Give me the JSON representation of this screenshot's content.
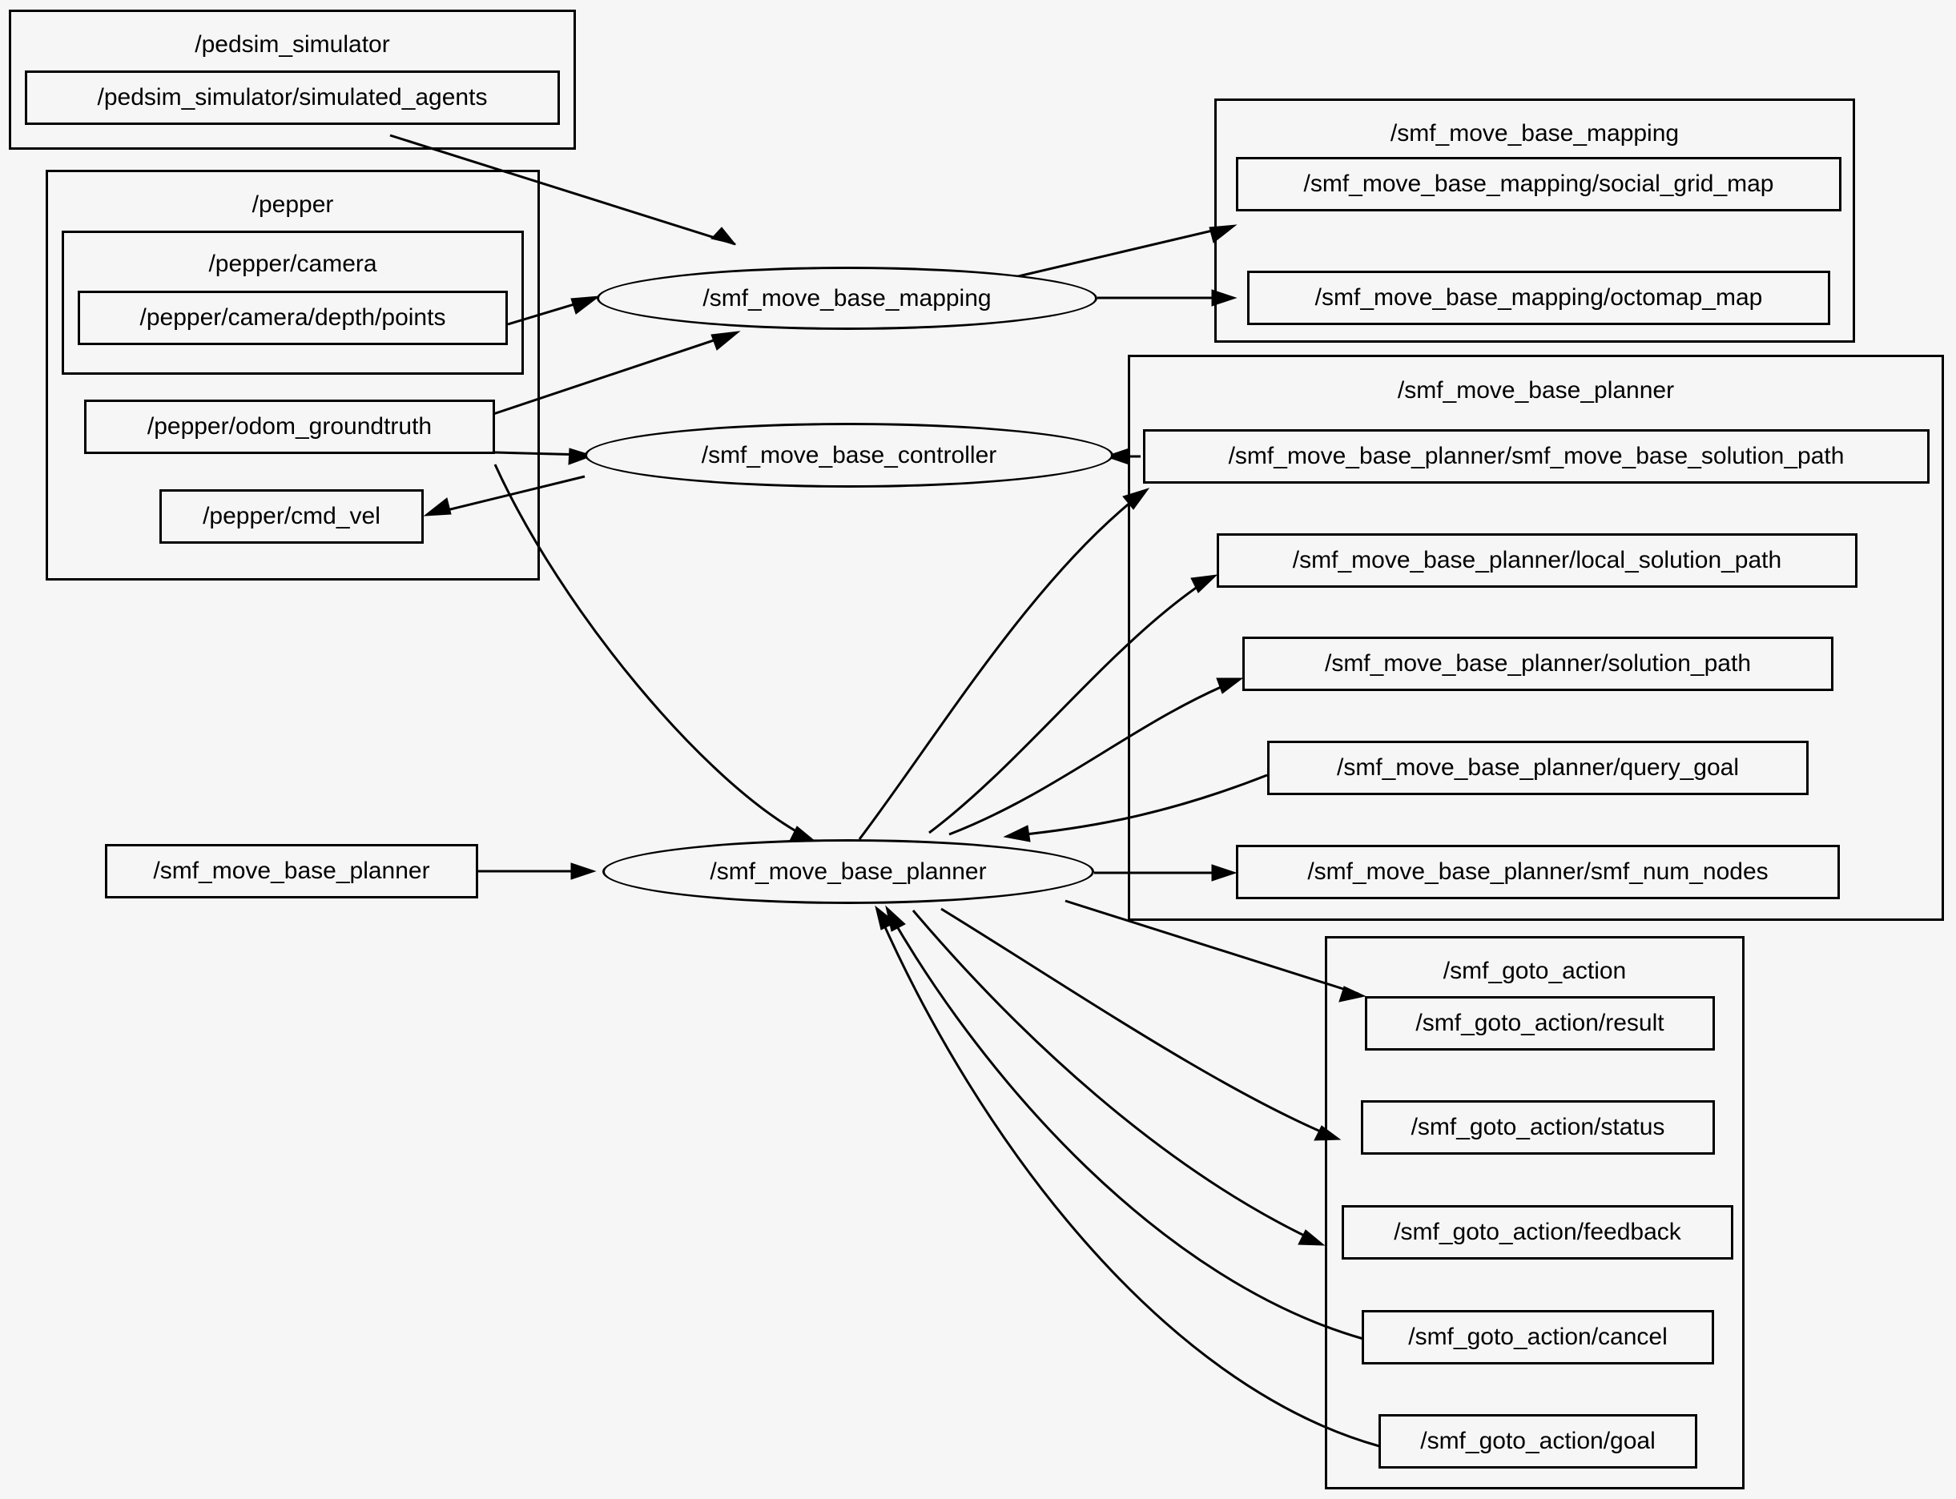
{
  "graph": {
    "background": "#f6f6f6",
    "stroke": "#000000",
    "type": "ros-node-graph"
  },
  "clusters": [
    {
      "id": "pedsim_simulator",
      "label": "/pedsim_simulator",
      "topics": [
        {
          "id": "simulated_agents",
          "label": "/pedsim_simulator/simulated_agents"
        }
      ]
    },
    {
      "id": "pepper",
      "label": "/pepper",
      "topics": [
        {
          "id": "odom_groundtruth",
          "label": "/pepper/odom_groundtruth"
        },
        {
          "id": "cmd_vel",
          "label": "/pepper/cmd_vel"
        }
      ],
      "subclusters": [
        {
          "id": "pepper_camera",
          "label": "/pepper/camera",
          "topics": [
            {
              "id": "depth_points",
              "label": "/pepper/camera/depth/points"
            }
          ]
        }
      ]
    },
    {
      "id": "smf_move_base_mapping",
      "label": "/smf_move_base_mapping",
      "topics": [
        {
          "id": "social_grid_map",
          "label": "/smf_move_base_mapping/social_grid_map"
        },
        {
          "id": "octomap_map",
          "label": "/smf_move_base_mapping/octomap_map"
        }
      ]
    },
    {
      "id": "smf_move_base_planner",
      "label": "/smf_move_base_planner",
      "topics": [
        {
          "id": "smf_solution_path",
          "label": "/smf_move_base_planner/smf_move_base_solution_path"
        },
        {
          "id": "local_solution_path",
          "label": "/smf_move_base_planner/local_solution_path"
        },
        {
          "id": "solution_path",
          "label": "/smf_move_base_planner/solution_path"
        },
        {
          "id": "query_goal",
          "label": "/smf_move_base_planner/query_goal"
        },
        {
          "id": "smf_num_nodes",
          "label": "/smf_move_base_planner/smf_num_nodes"
        }
      ]
    },
    {
      "id": "smf_goto_action",
      "label": "/smf_goto_action",
      "topics": [
        {
          "id": "goto_result",
          "label": "/smf_goto_action/result"
        },
        {
          "id": "goto_status",
          "label": "/smf_goto_action/status"
        },
        {
          "id": "goto_feedback",
          "label": "/smf_goto_action/feedback"
        },
        {
          "id": "goto_cancel",
          "label": "/smf_goto_action/cancel"
        },
        {
          "id": "goto_goal",
          "label": "/smf_goto_action/goal"
        }
      ]
    }
  ],
  "nodes": [
    {
      "id": "node_mapping",
      "label": "/smf_move_base_mapping",
      "shape": "ellipse"
    },
    {
      "id": "node_controller",
      "label": "/smf_move_base_controller",
      "shape": "ellipse"
    },
    {
      "id": "node_planner",
      "label": "/smf_move_base_planner",
      "shape": "ellipse"
    }
  ],
  "standalone_topics": [
    {
      "id": "planner_topic_left",
      "label": "/smf_move_base_planner",
      "shape": "box"
    }
  ],
  "edges": [
    {
      "from": "/pedsim_simulator/simulated_agents",
      "to": "/smf_move_base_mapping"
    },
    {
      "from": "/pepper/camera/depth/points",
      "to": "/smf_move_base_mapping"
    },
    {
      "from": "/pepper/odom_groundtruth",
      "to": "/smf_move_base_mapping"
    },
    {
      "from": "/pepper/odom_groundtruth",
      "to": "/smf_move_base_controller"
    },
    {
      "from": "/pepper/odom_groundtruth",
      "to": "/smf_move_base_planner"
    },
    {
      "from": "/smf_move_base_controller",
      "to": "/pepper/cmd_vel"
    },
    {
      "from": "/smf_move_base_mapping",
      "to": "/smf_move_base_mapping/social_grid_map"
    },
    {
      "from": "/smf_move_base_mapping",
      "to": "/smf_move_base_mapping/octomap_map"
    },
    {
      "from": "/smf_move_base_planner/smf_move_base_solution_path",
      "to": "/smf_move_base_controller"
    },
    {
      "from": "/smf_move_base_planner",
      "to": "/smf_move_base_planner/smf_move_base_solution_path"
    },
    {
      "from": "/smf_move_base_planner",
      "to": "/smf_move_base_planner/local_solution_path"
    },
    {
      "from": "/smf_move_base_planner",
      "to": "/smf_move_base_planner/solution_path"
    },
    {
      "from": "/smf_move_base_planner/query_goal",
      "to": "/smf_move_base_planner"
    },
    {
      "from": "/smf_move_base_planner",
      "to": "/smf_move_base_planner/smf_num_nodes"
    },
    {
      "from": "/smf_move_base_planner (topic)",
      "to": "/smf_move_base_planner"
    },
    {
      "from": "/smf_move_base_planner",
      "to": "/smf_goto_action/result"
    },
    {
      "from": "/smf_move_base_planner",
      "to": "/smf_goto_action/status"
    },
    {
      "from": "/smf_move_base_planner",
      "to": "/smf_goto_action/feedback"
    },
    {
      "from": "/smf_goto_action/cancel",
      "to": "/smf_move_base_planner"
    },
    {
      "from": "/smf_goto_action/goal",
      "to": "/smf_move_base_planner"
    }
  ]
}
